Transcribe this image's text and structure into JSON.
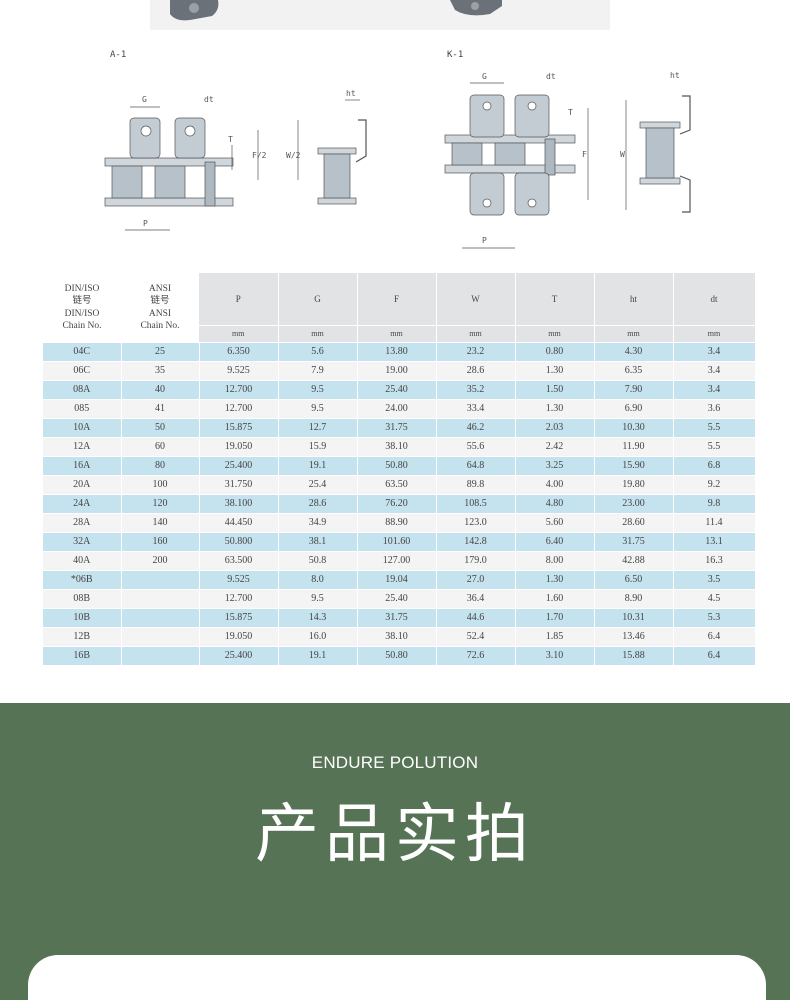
{
  "drawings": {
    "a1": {
      "label": "A-1",
      "dims": [
        "G",
        "dt",
        "T",
        "F/2",
        "W/2",
        "ht",
        "P"
      ]
    },
    "k1": {
      "label": "K-1",
      "dims": [
        "G",
        "dt",
        "T",
        "F",
        "W",
        "ht",
        "P"
      ]
    }
  },
  "table": {
    "header_col1": [
      "DIN/ISO",
      "链号",
      "DIN/ISO",
      "Chain No."
    ],
    "header_col2": [
      "ANSI",
      "链号",
      "ANSI",
      "Chain No."
    ],
    "columns": [
      "P",
      "G",
      "F",
      "W",
      "T",
      "ht",
      "dt"
    ],
    "unit": "mm",
    "rows": [
      [
        "04C",
        "25",
        "6.350",
        "5.6",
        "13.80",
        "23.2",
        "0.80",
        "4.30",
        "3.4"
      ],
      [
        "06C",
        "35",
        "9.525",
        "7.9",
        "19.00",
        "28.6",
        "1.30",
        "6.35",
        "3.4"
      ],
      [
        "08A",
        "40",
        "12.700",
        "9.5",
        "25.40",
        "35.2",
        "1.50",
        "7.90",
        "3.4"
      ],
      [
        "085",
        "41",
        "12.700",
        "9.5",
        "24.00",
        "33.4",
        "1.30",
        "6.90",
        "3.6"
      ],
      [
        "10A",
        "50",
        "15.875",
        "12.7",
        "31.75",
        "46.2",
        "2.03",
        "10.30",
        "5.5"
      ],
      [
        "12A",
        "60",
        "19.050",
        "15.9",
        "38.10",
        "55.6",
        "2.42",
        "11.90",
        "5.5"
      ],
      [
        "16A",
        "80",
        "25.400",
        "19.1",
        "50.80",
        "64.8",
        "3.25",
        "15.90",
        "6.8"
      ],
      [
        "20A",
        "100",
        "31.750",
        "25.4",
        "63.50",
        "89.8",
        "4.00",
        "19.80",
        "9.2"
      ],
      [
        "24A",
        "120",
        "38.100",
        "28.6",
        "76.20",
        "108.5",
        "4.80",
        "23.00",
        "9.8"
      ],
      [
        "28A",
        "140",
        "44.450",
        "34.9",
        "88.90",
        "123.0",
        "5.60",
        "28.60",
        "11.4"
      ],
      [
        "32A",
        "160",
        "50.800",
        "38.1",
        "101.60",
        "142.8",
        "6.40",
        "31.75",
        "13.1"
      ],
      [
        "40A",
        "200",
        "63.500",
        "50.8",
        "127.00",
        "179.0",
        "8.00",
        "42.88",
        "16.3"
      ],
      [
        "*06B",
        "",
        "9.525",
        "8.0",
        "19.04",
        "27.0",
        "1.30",
        "6.50",
        "3.5"
      ],
      [
        "08B",
        "",
        "12.700",
        "9.5",
        "25.40",
        "36.4",
        "1.60",
        "8.90",
        "4.5"
      ],
      [
        "10B",
        "",
        "15.875",
        "14.3",
        "31.75",
        "44.6",
        "1.70",
        "10.31",
        "5.3"
      ],
      [
        "12B",
        "",
        "19.050",
        "16.0",
        "38.10",
        "52.4",
        "1.85",
        "13.46",
        "6.4"
      ],
      [
        "16B",
        "",
        "25.400",
        "19.1",
        "50.80",
        "72.6",
        "3.10",
        "15.88",
        "6.4"
      ]
    ]
  },
  "section": {
    "subtitle": "ENDURE POLUTION",
    "title": "产品实拍"
  },
  "colors": {
    "green_band": "#567356",
    "row_blue": "#c5e3ee",
    "row_grey": "#f4f4f4",
    "header_grey": "#e2e3e5"
  }
}
